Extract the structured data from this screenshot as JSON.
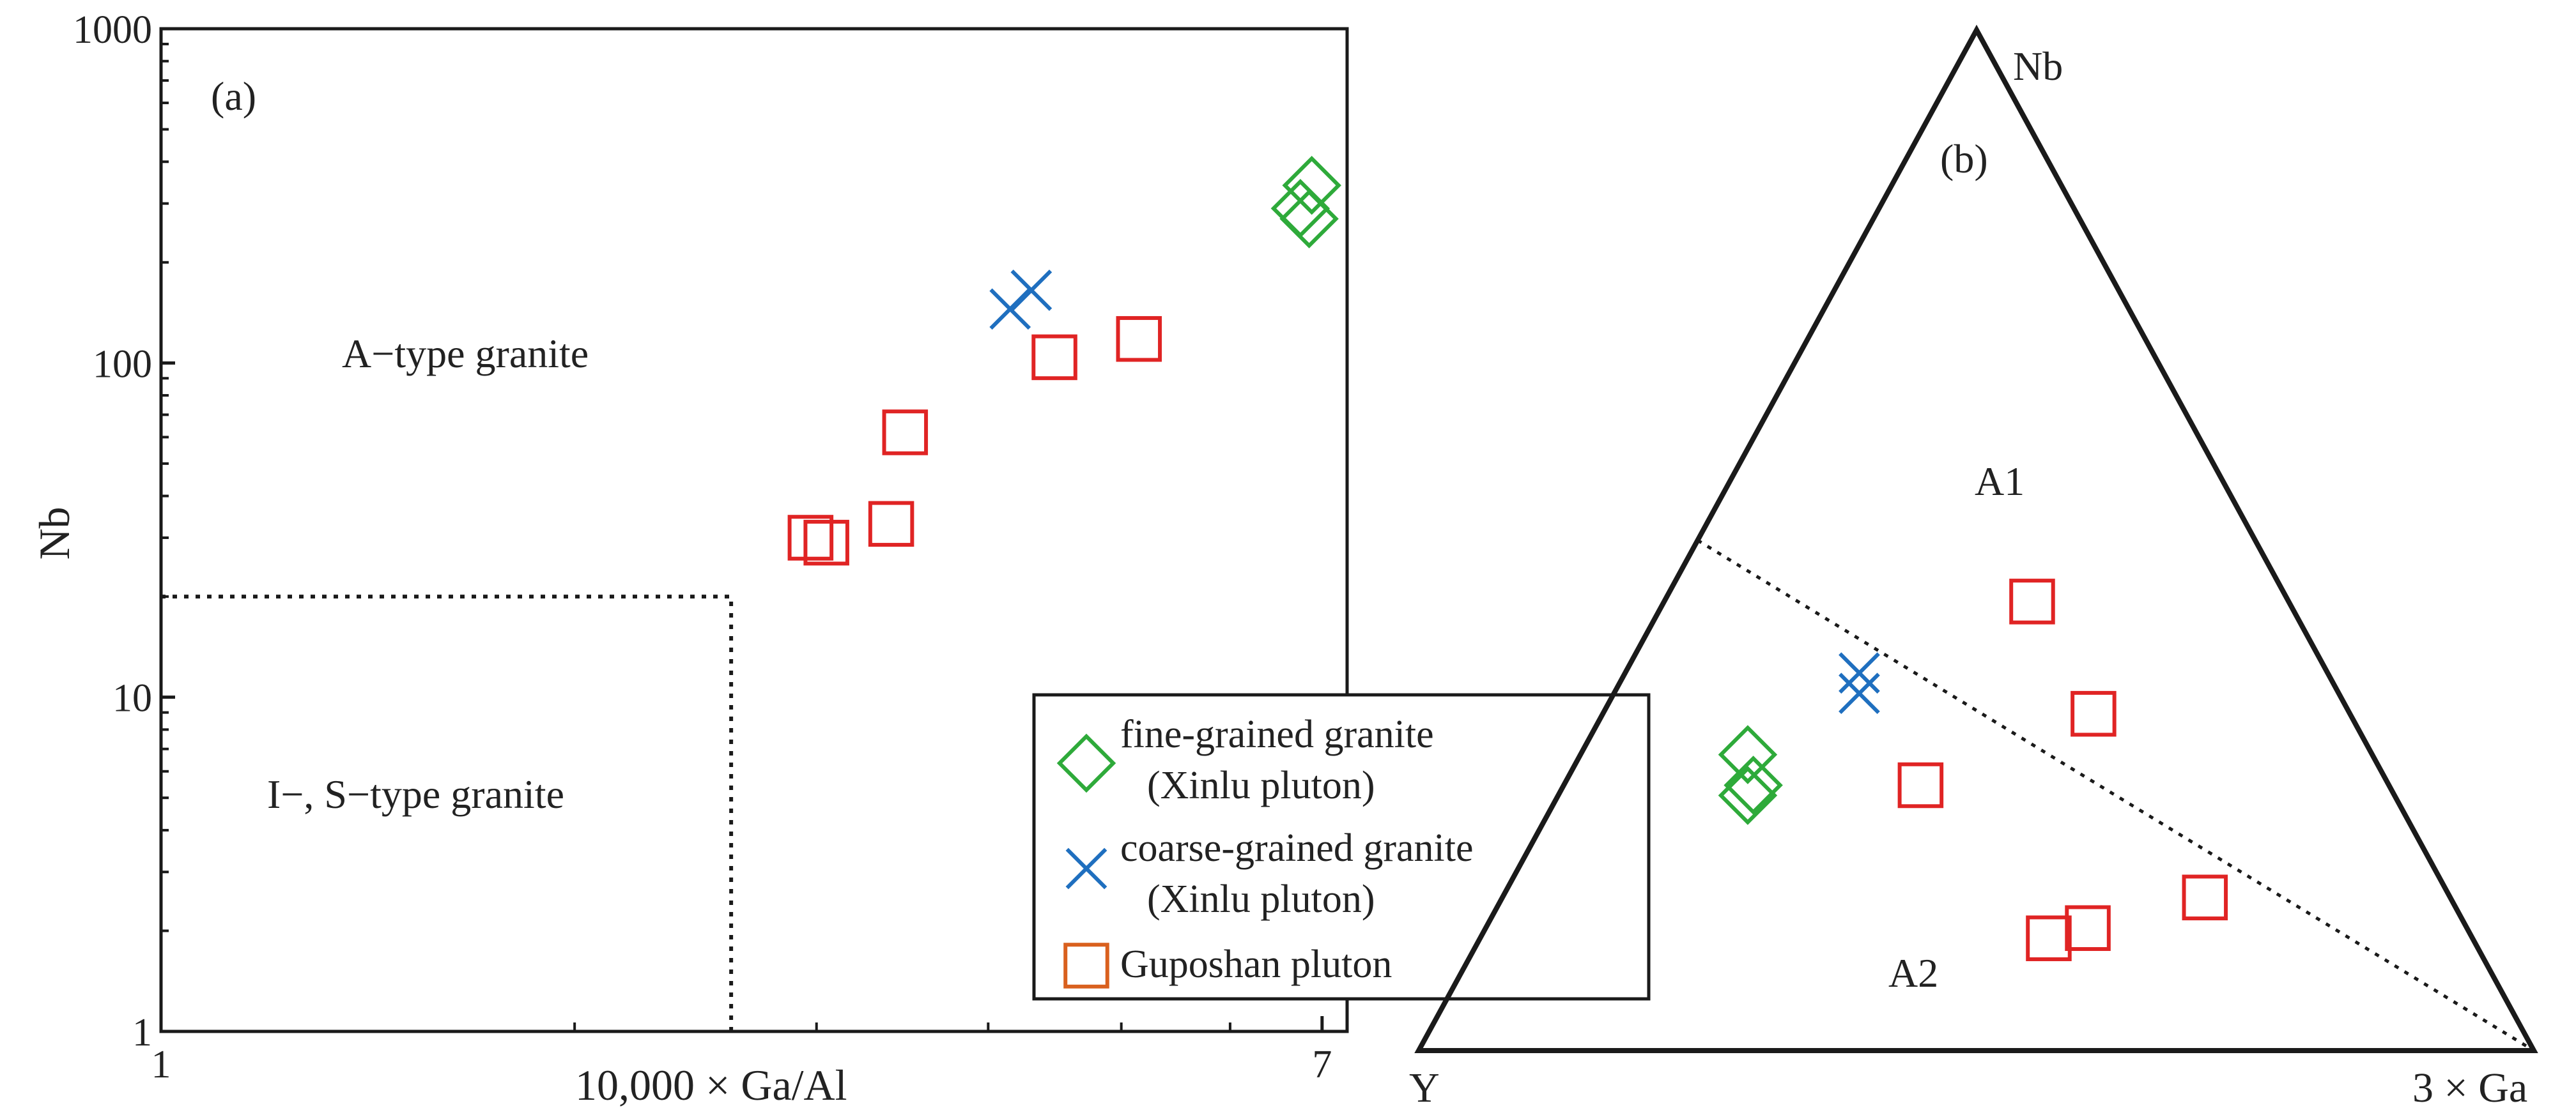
{
  "colors": {
    "fine": "#2eaa3a",
    "coarse": "#1f6fbf",
    "guposhan": "#e02424",
    "legend_guposhan": "#d9601e",
    "ink": "#1a1a1a"
  },
  "chart_data": [
    {
      "type": "scatter",
      "panel_label": "(a)",
      "xlabel": "10,000 × Ga/Al",
      "ylabel": "Nb",
      "x_scale": "log",
      "y_scale": "log",
      "xlim": [
        1,
        7.3
      ],
      "ylim": [
        1,
        1000
      ],
      "x_ticks": [
        {
          "value": 1,
          "label": "1"
        },
        {
          "value": 7,
          "label": "7"
        }
      ],
      "y_ticks": [
        {
          "value": 1,
          "label": "1"
        },
        {
          "value": 10,
          "label": "10"
        },
        {
          "value": 100,
          "label": "100"
        },
        {
          "value": 1000,
          "label": "1000"
        }
      ],
      "x_minor": [
        2,
        3,
        4,
        5,
        6
      ],
      "region_labels": [
        "A−type granite",
        "I−, S−type granite"
      ],
      "boundary": {
        "x": 2.6,
        "y": 20
      },
      "series": [
        {
          "name": "fine-grained granite (Xinlu pluton)",
          "marker": "diamond",
          "color": "#2eaa3a",
          "points": [
            [
              6.75,
              290
            ],
            [
              6.85,
              270
            ],
            [
              6.88,
              340
            ]
          ]
        },
        {
          "name": "coarse-grained granite (Xinlu pluton)",
          "marker": "x",
          "color": "#1f6fbf",
          "points": [
            [
              4.15,
              145
            ],
            [
              4.3,
              165
            ]
          ]
        },
        {
          "name": "Guposhan pluton",
          "marker": "square",
          "color": "#e02424",
          "points": [
            [
              2.97,
              30
            ],
            [
              3.05,
              29
            ],
            [
              3.4,
              33
            ],
            [
              3.48,
              62
            ],
            [
              4.47,
              104
            ],
            [
              5.15,
              118
            ]
          ]
        }
      ],
      "legend": {
        "position": "bottom-right",
        "entries": [
          {
            "lines": [
              "fine-grained granite",
              "(Xinlu pluton)"
            ],
            "marker": "diamond",
            "color": "#2eaa3a"
          },
          {
            "lines": [
              "coarse-grained granite",
              "(Xinlu pluton)"
            ],
            "marker": "x",
            "color": "#1f6fbf"
          },
          {
            "lines": [
              "Guposhan pluton"
            ],
            "marker": "square",
            "color": "#d9601e"
          }
        ]
      }
    },
    {
      "type": "ternary",
      "panel_label": "(b)",
      "vertices": {
        "top": "Nb",
        "left": "Y",
        "right": "3 × Ga"
      },
      "region_labels": [
        "A1",
        "A2"
      ],
      "boundary_line": [
        {
          "Nb": 0.5,
          "Y": 0.5,
          "3Ga": 0.0
        },
        {
          "Nb": 0.0,
          "Y": 0.0,
          "3Ga": 1.0
        }
      ],
      "series": [
        {
          "name": "fine-grained granite (Xinlu pluton)",
          "marker": "diamond",
          "color": "#2eaa3a",
          "points": [
            {
              "Nb": 0.29,
              "Y": 0.56,
              "3Ga": 0.15
            },
            {
              "Nb": 0.26,
              "Y": 0.57,
              "3Ga": 0.17
            },
            {
              "Nb": 0.25,
              "Y": 0.58,
              "3Ga": 0.17
            }
          ]
        },
        {
          "name": "coarse-grained granite (Xinlu pluton)",
          "marker": "x",
          "color": "#1f6fbf",
          "points": [
            {
              "Nb": 0.35,
              "Y": 0.43,
              "3Ga": 0.22
            },
            {
              "Nb": 0.37,
              "Y": 0.42,
              "3Ga": 0.21
            }
          ]
        },
        {
          "name": "Guposhan pluton",
          "marker": "square",
          "color": "#e02424",
          "points": [
            {
              "Nb": 0.26,
              "Y": 0.42,
              "3Ga": 0.32
            },
            {
              "Nb": 0.44,
              "Y": 0.23,
              "3Ga": 0.33
            },
            {
              "Nb": 0.33,
              "Y": 0.23,
              "3Ga": 0.44
            },
            {
              "Nb": 0.11,
              "Y": 0.38,
              "3Ga": 0.51
            },
            {
              "Nb": 0.12,
              "Y": 0.34,
              "3Ga": 0.54
            },
            {
              "Nb": 0.15,
              "Y": 0.22,
              "3Ga": 0.63
            }
          ]
        }
      ]
    }
  ]
}
